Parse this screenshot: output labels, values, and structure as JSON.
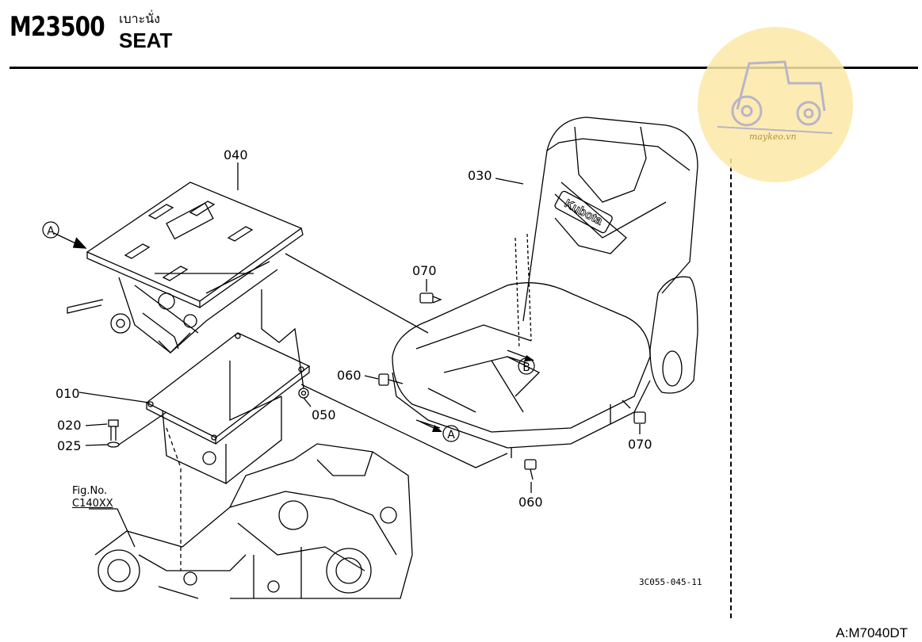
{
  "header": {
    "code": "M23500",
    "title_thai": "เบาะนั่ง",
    "title_en": "SEAT"
  },
  "parts": [
    {
      "id": "040",
      "desc": "seat suspension bracket"
    },
    {
      "id": "030",
      "desc": "seat"
    },
    {
      "id": "070",
      "desc": "bolt"
    },
    {
      "id": "060",
      "desc": "bolt"
    },
    {
      "id": "010",
      "desc": "seat bracket"
    },
    {
      "id": "020",
      "desc": "bolt"
    },
    {
      "id": "025",
      "desc": "washer"
    },
    {
      "id": "050",
      "desc": "nut"
    }
  ],
  "labels": {
    "p040": "040",
    "p030": "030",
    "p070a": "070",
    "p070b": "070",
    "p060a": "060",
    "p060b": "060",
    "p010": "010",
    "p020": "020",
    "p025": "025",
    "p050": "050",
    "refA1": "A",
    "refA2": "A",
    "refB": "B"
  },
  "figref": {
    "line1": "Fig.No.",
    "line2": "C140XX"
  },
  "drawing_no": "3C055-045-11",
  "model": "A:M7040DT",
  "seat_brand": "Kubota",
  "watermark": {
    "text": "maykeo.vn",
    "color": "#fbe9a6"
  }
}
